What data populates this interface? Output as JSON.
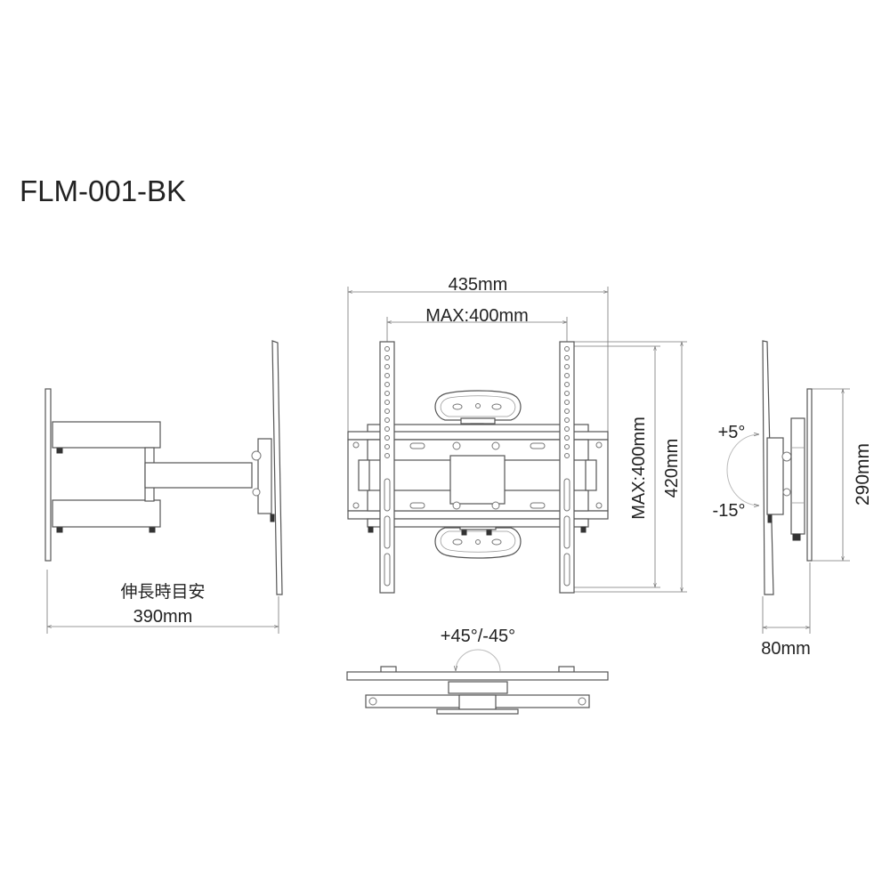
{
  "title": "FLM-001-BK",
  "front_view": {
    "width_label": "435mm",
    "vesa_width_label": "MAX:400mm",
    "vesa_height_label": "MAX:400mm",
    "height_label": "420mm"
  },
  "side_view": {
    "extension_caption": "伸長時目安",
    "extension_label": "390mm"
  },
  "tilt_view": {
    "tilt_up_label": "+5°",
    "tilt_down_label": "-15°",
    "depth_label": "80mm",
    "plate_height_label": "290mm"
  },
  "top_view": {
    "swivel_label": "+45°/-45°"
  },
  "colors": {
    "line": "#555555",
    "text": "#222222",
    "background": "#ffffff"
  }
}
